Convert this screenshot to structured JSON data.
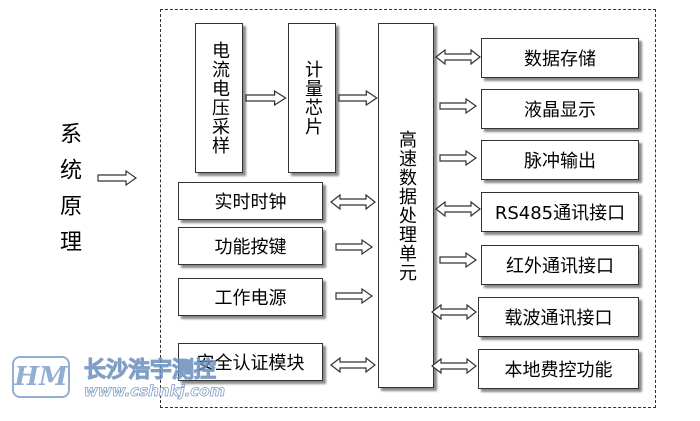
{
  "side_title": "系统原理",
  "blocks": {
    "current_voltage_sampling": "电流电压采样",
    "metering_chip": "计量芯片",
    "mcu": "高速数据处理单元",
    "rtc": "实时时钟",
    "keys": "功能按键",
    "power": "工作电源",
    "security": "安全认证模块"
  },
  "outputs": [
    "数据存储",
    "液晶显示",
    "脉冲输出",
    "RS485通讯接口",
    "红外通讯接口",
    "载波通讯接口",
    "本地费控功能"
  ],
  "watermark": {
    "logo": "HM",
    "name": "长沙浩宇测控",
    "url": "www.cshnkj.com"
  }
}
